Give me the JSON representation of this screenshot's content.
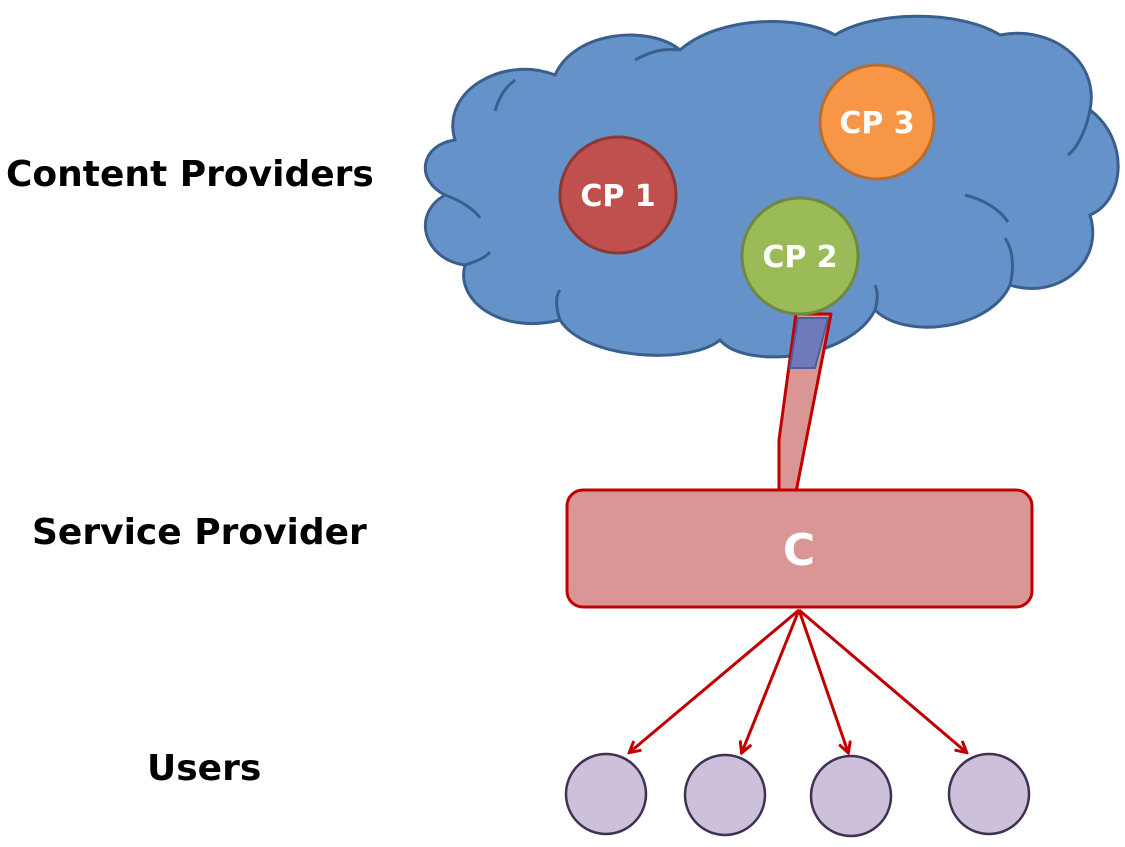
{
  "labels": {
    "content_providers": "Content Providers",
    "service_provider": "Service Provider",
    "users": "Users"
  },
  "content_providers": [
    {
      "label": "CP 1",
      "fill": "#c0504d",
      "stroke": "#8c3836"
    },
    {
      "label": "CP 2",
      "fill": "#9bbb59",
      "stroke": "#71893f"
    },
    {
      "label": "CP 3",
      "fill": "#f79646",
      "stroke": "#b66d31"
    }
  ],
  "server": {
    "label": "C",
    "fill": "#da9694",
    "stroke": "#c00000"
  },
  "users": {
    "count": 4,
    "fill": "#ccc0da",
    "stroke": "#403152"
  },
  "colors": {
    "cloud_fill": "#6592c8",
    "cloud_stroke": "#3a5f8e",
    "link_fill": "#da9694",
    "arrow": "#c00000"
  }
}
